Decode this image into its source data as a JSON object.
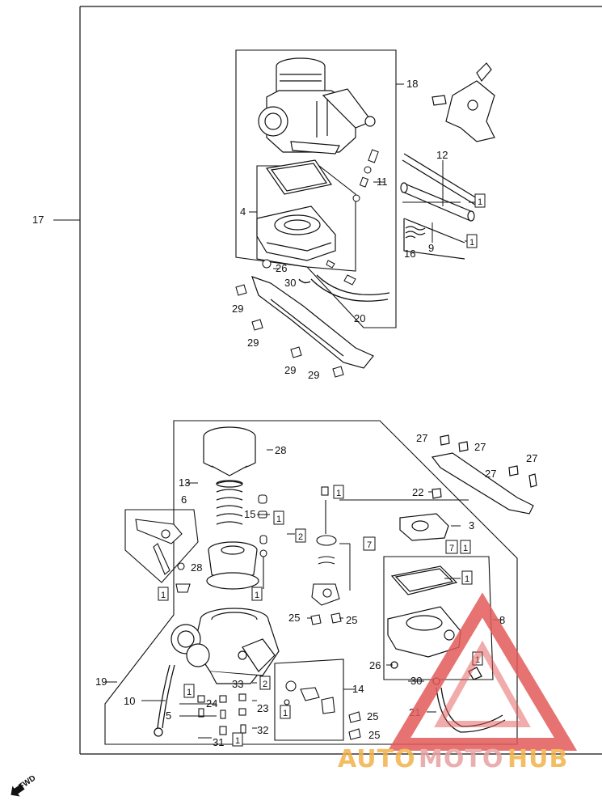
{
  "callouts": {
    "n17": "17",
    "n18": "18",
    "n4": "4",
    "n11": "11",
    "n12": "12",
    "n9": "9",
    "n16": "16",
    "n26a": "26",
    "n30a": "30",
    "n20": "20",
    "n29a": "29",
    "n29b": "29",
    "n29c": "29",
    "n29d": "29",
    "n13": "13",
    "n6": "6",
    "n15": "15",
    "n28a": "28",
    "n28b": "28",
    "n27a": "27",
    "n27b": "27",
    "n27c": "27",
    "n27d": "27",
    "n22": "22",
    "n3": "3",
    "n8": "8",
    "n25a": "25",
    "n25b": "25",
    "n19": "19",
    "n10": "10",
    "n5": "5",
    "n24": "24",
    "n31": "31",
    "n33": "33",
    "n23": "23",
    "n32": "32",
    "n14": "14",
    "n25c": "25",
    "n25d": "25",
    "n26b": "26",
    "n30b": "30",
    "n21": "21"
  },
  "boxed": {
    "b1_top1": "1",
    "b1_top2": "1",
    "b1_a": "1",
    "b2_a": "2",
    "b1_b": "1",
    "b7_a": "7",
    "b1_c": "1",
    "b7_b": "7",
    "b1_d": "1",
    "b1_e": "1",
    "b1_f": "1",
    "b1_g": "1",
    "b1_h": "1",
    "b2_b": "2",
    "b1_i": "1",
    "b1_j": "1"
  },
  "fwd_label": "FWD",
  "watermark": {
    "part1": "AUTO",
    "part2": "MOTO",
    "part3": "HUB"
  },
  "colors": {
    "line": "#111111",
    "watermark_red": "#e35a5a",
    "watermark_orange": "#f2b24a"
  }
}
